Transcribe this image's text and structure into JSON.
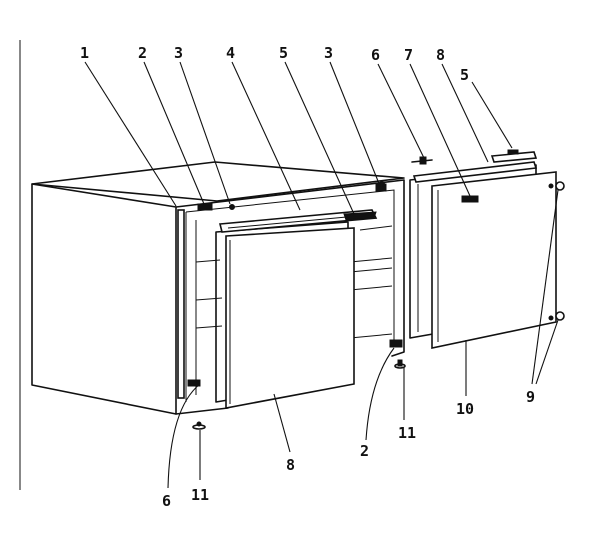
{
  "callouts": {
    "c1": "1",
    "c2a": "2",
    "c3a": "3",
    "c4": "4",
    "c5a": "5",
    "c3b": "3",
    "c6a": "6",
    "c7": "7",
    "c8a": "8",
    "c5b": "5",
    "c9": "9",
    "c10": "10",
    "c11a": "11",
    "c2b": "2",
    "c8b": "8",
    "c6b": "6",
    "c11b": "11"
  }
}
